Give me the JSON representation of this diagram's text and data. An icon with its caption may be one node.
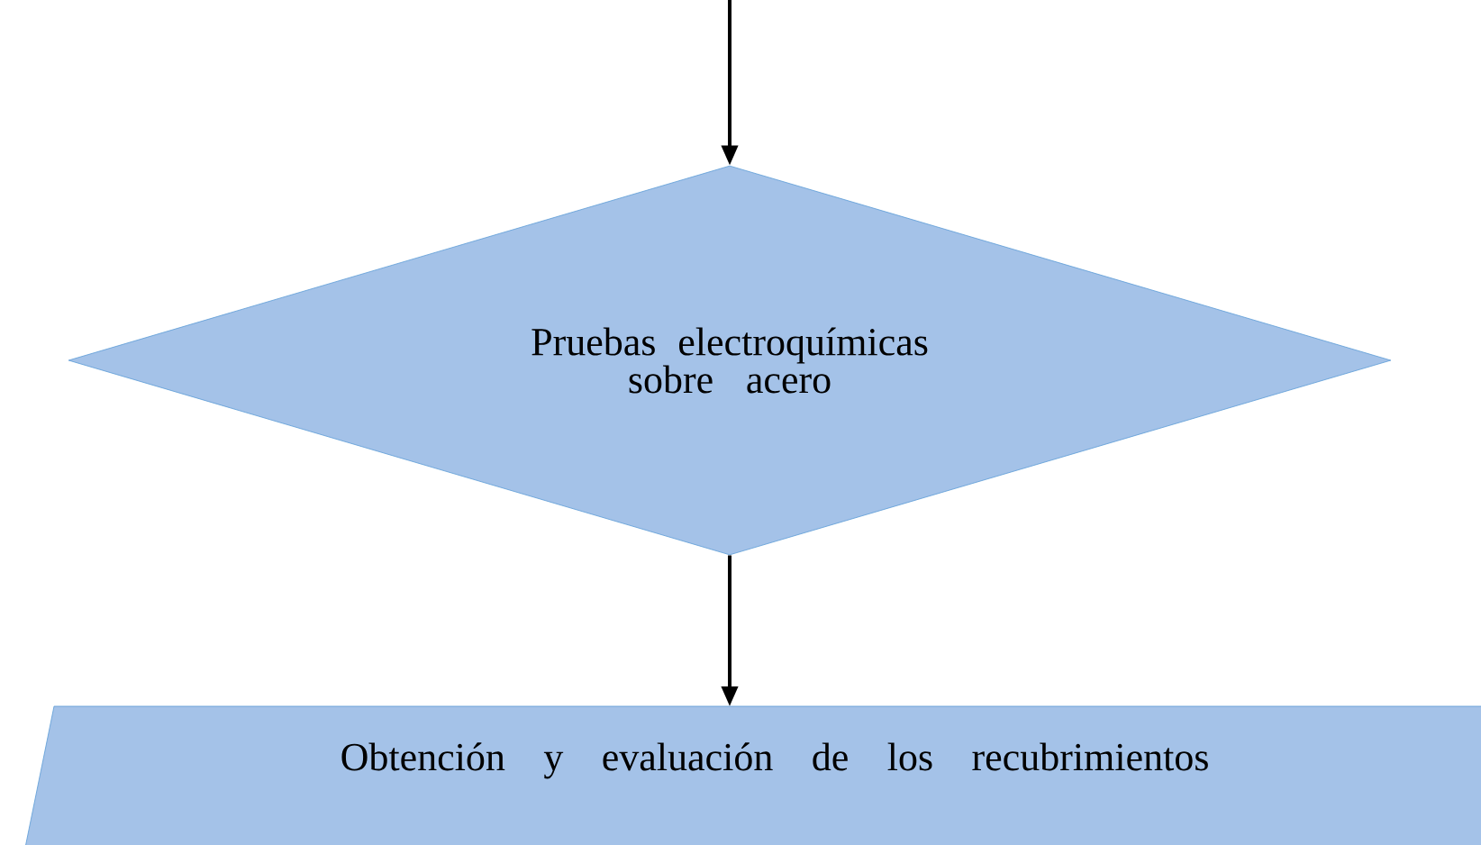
{
  "diagram": {
    "nodes": [
      {
        "text": [
          "Pruebas electroquímicas sobre acero"
        ]
      },
      {
        "text": [
          "Obtención y evaluación de los recubrimientos"
        ]
      }
    ],
    "edges": [
      {
        "from": null,
        "to": 0,
        "arrow": "to"
      },
      {
        "from": 0,
        "to": 1,
        "arrow": "to"
      }
    ]
  }
}
